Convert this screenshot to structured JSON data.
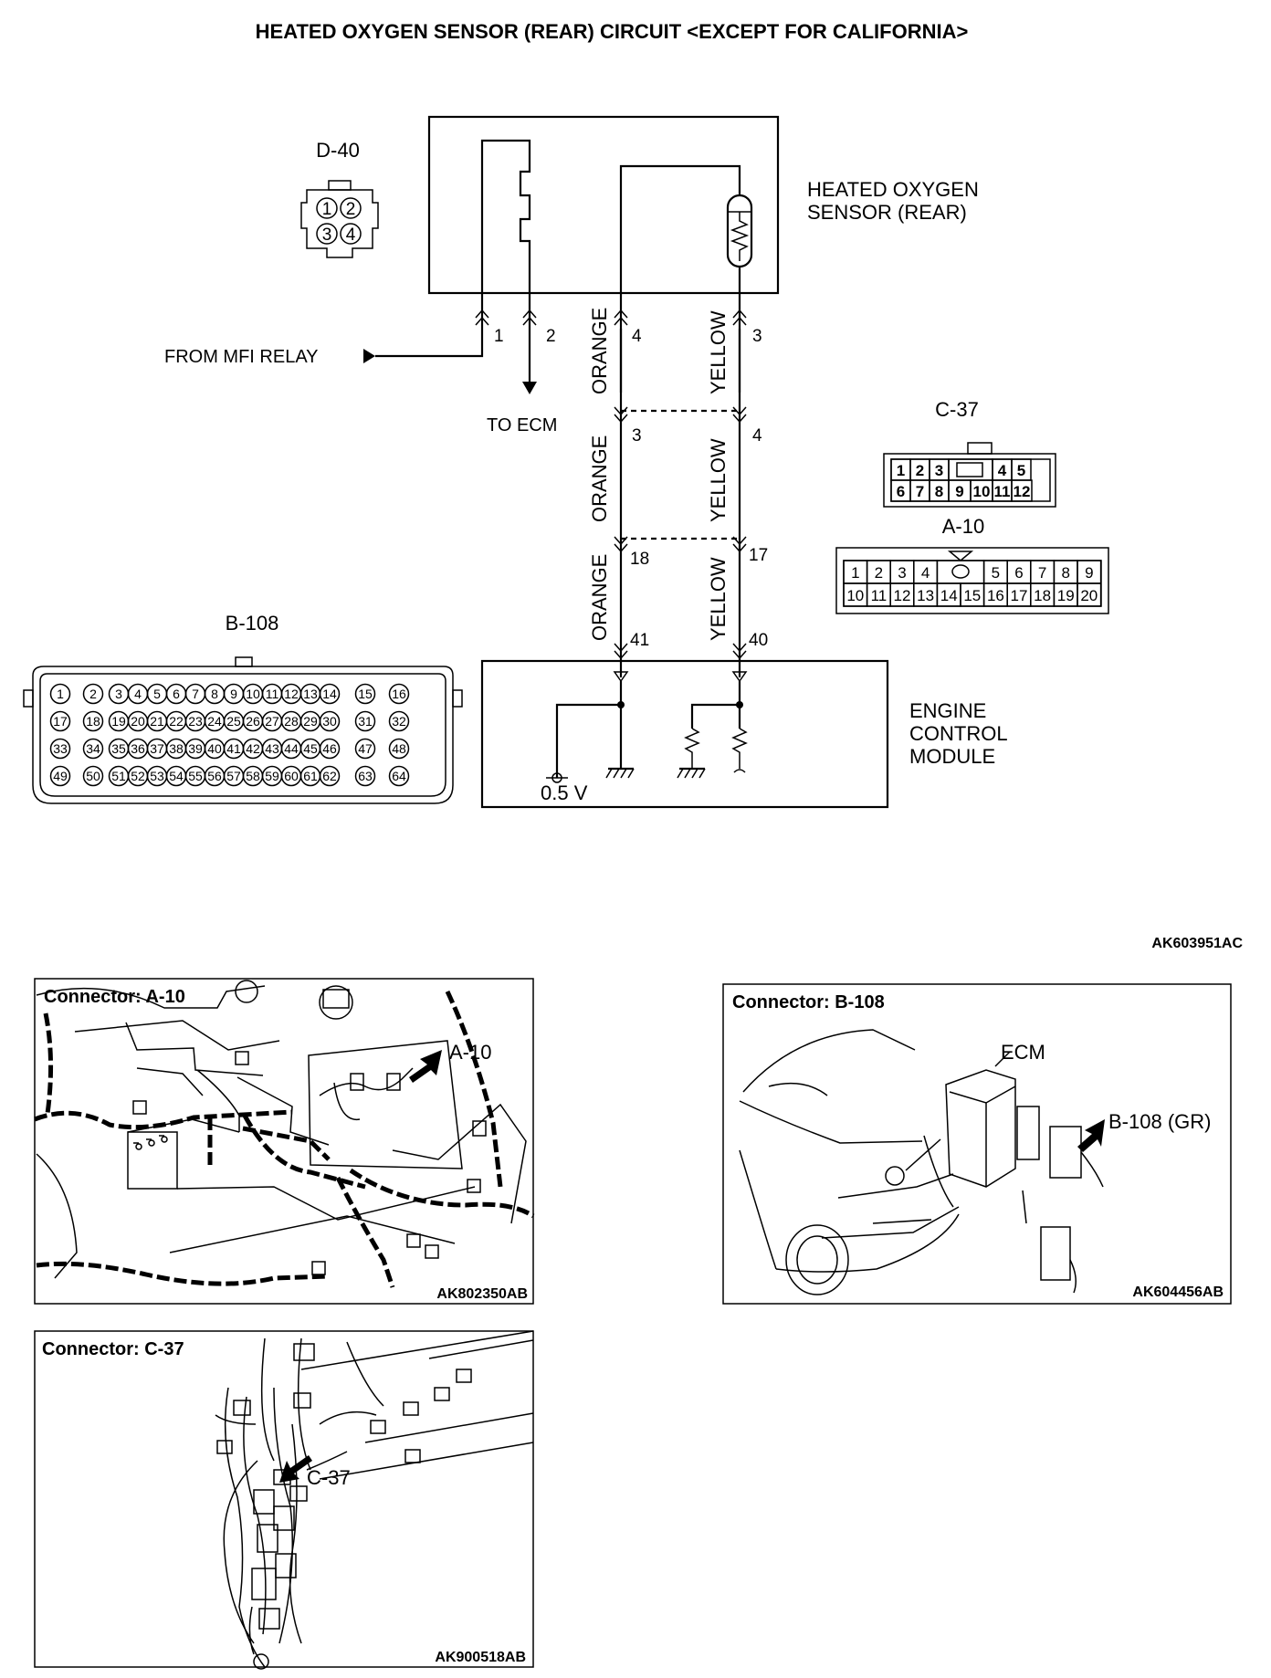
{
  "title": "HEATED OXYGEN SENSOR (REAR) CIRCUIT <EXCEPT FOR CALIFORNIA>",
  "figure_code": "AK603951AC",
  "sensor": {
    "connector": "D-40",
    "name_line1": "HEATED OXYGEN",
    "name_line2": "SENSOR (REAR)",
    "pins": [
      "1",
      "2",
      "4",
      "3"
    ],
    "connector_pins": [
      "1",
      "2",
      "3",
      "4"
    ]
  },
  "labels": {
    "from_relay": "FROM MFI RELAY",
    "to_ecm": "TO ECM"
  },
  "wires": {
    "orange": "ORANGE",
    "yellow": "YELLOW"
  },
  "junction_a": {
    "orange_pin": "3",
    "yellow_pin": "4"
  },
  "junction_b": {
    "orange_pin": "18",
    "yellow_pin": "17"
  },
  "ecm_pins": {
    "orange_pin": "41",
    "yellow_pin": "40"
  },
  "ecm": {
    "line1": "ENGINE",
    "line2": "CONTROL",
    "line3": "MODULE",
    "voltage": "0.5 V"
  },
  "connector_c37": {
    "label": "C-37",
    "row1": [
      "1",
      "2",
      "3",
      "4",
      "5"
    ],
    "row2": [
      "6",
      "7",
      "8",
      "9",
      "10",
      "11",
      "12"
    ]
  },
  "connector_a10": {
    "label": "A-10",
    "row1": [
      "1",
      "2",
      "3",
      "4",
      "5",
      "6",
      "7",
      "8",
      "9"
    ],
    "row2": [
      "10",
      "11",
      "12",
      "13",
      "14",
      "15",
      "16",
      "17",
      "18",
      "19",
      "20"
    ]
  },
  "connector_b108": {
    "label": "B-108",
    "rows": [
      [
        "1",
        "2",
        "3",
        "4",
        "5",
        "6",
        "7",
        "8",
        "9",
        "10",
        "11",
        "12",
        "13",
        "14",
        "15",
        "16"
      ],
      [
        "17",
        "18",
        "19",
        "20",
        "21",
        "22",
        "23",
        "24",
        "25",
        "26",
        "27",
        "28",
        "29",
        "30",
        "31",
        "32"
      ],
      [
        "33",
        "34",
        "35",
        "36",
        "37",
        "38",
        "39",
        "40",
        "41",
        "42",
        "43",
        "44",
        "45",
        "46",
        "47",
        "48"
      ],
      [
        "49",
        "50",
        "51",
        "52",
        "53",
        "54",
        "55",
        "56",
        "57",
        "58",
        "59",
        "60",
        "61",
        "62",
        "63",
        "64"
      ]
    ]
  },
  "panels": {
    "a10": {
      "title": "Connector: A-10",
      "callout": "A-10",
      "code": "AK802350AB"
    },
    "b108": {
      "title": "Connector: B-108",
      "callout_ecm": "ECM",
      "callout_conn": "B-108 (GR)",
      "code": "AK604456AB"
    },
    "c37": {
      "title": "Connector: C-37",
      "callout": "C-37",
      "code": "AK900518AB"
    }
  }
}
